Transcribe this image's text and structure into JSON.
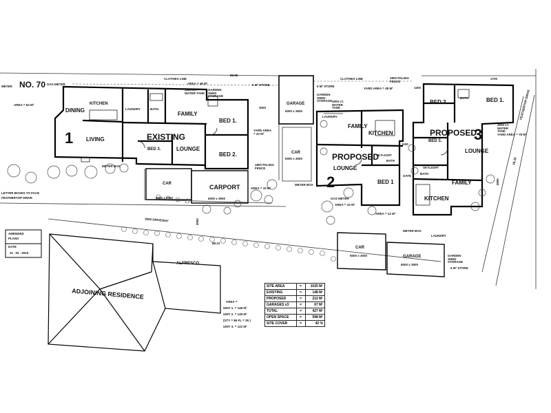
{
  "labels": {
    "no70": "NO. 70",
    "gas_meter_left": "GAS METER",
    "meter_left": "METER",
    "area_left": "AREA = 63 M²",
    "clothes_line_1": "CLOTHES LINE",
    "area_48_top": "AREA = 48 M²",
    "ss_top": "88.98",
    "tank_1": "3000 LT. WATER TANK",
    "garden_shed_1": "GARDEN SHED STORAGE",
    "store_1": "6 M² STORE",
    "dim_3000": "3000",
    "yard_area_33": "YARD AREA = 33 M²",
    "unit1_num": "1",
    "dining": "DINING",
    "kitchen_u1": "KITCHEN",
    "laundry_u1": "LAUNDRY",
    "bath_u1": "BATH",
    "family_u1": "FAMILY",
    "bed1_u1": "BED 1.",
    "existing": "EXISTING",
    "living": "LIVING",
    "bed3_u1": "BED 3.",
    "lounge_u1": "LOUNGE",
    "bed2_u1": "BED 2.",
    "meter_box_u1": "METER BOX",
    "fence_1": "1800 PALING FENCE",
    "garage_top": "GARAGE",
    "garage_top_dim": "6000 x 3500",
    "car_mid": "CAR",
    "car_mid_dim": "6000 x 3000",
    "yard_area_10": "AREA = 10 M²",
    "meter_box_mid": "METER BOX",
    "letter_boxes_1": "LETTER BOXES TO FACE",
    "letter_boxes_2": "FEATHERTOP DRIVE",
    "car_left": "CAR",
    "car_left_dim": "6000 x 2000",
    "carport": "CARPORT",
    "carport_dim": "6000 x 3500",
    "driveway": "3000 DRIVEWAY",
    "dim_3000b": "3000",
    "ss_mid": "88.12",
    "store_2": "6 M² STORE",
    "clothes_line_2": "CLOTHES LINE",
    "garden_shed_2": "GARDEN SHED STORAGE",
    "tank_2": "3000 LT. WATER TANK",
    "yard_area_48": "YARD AREA = 48 M²",
    "fence_2": "1800 PALING FENCE",
    "laundry_u2": "LAUNDRY",
    "family_u2": "FAMILY",
    "kitchen_u2": "KITCHEN",
    "proposed_u2": "PROPOSED",
    "lounge_u2": "LOUNGE",
    "skylight_u2": "SKYLIGHT",
    "bath_u2": "BATH",
    "unit2_num": "2",
    "bed1_u2": "BED 1",
    "gas_meter_u2": "GAS METER",
    "area_10_u2": "AREA = 10 M²",
    "area_12_u2": "AREA = 12 M²",
    "dim_1200": "1200",
    "dim_1700": "1700",
    "bed2_u3": "BED 2",
    "bath_u3": "BATH",
    "bed1_u3": "BED 1.",
    "tank_3": "3000 LT. WATER TANK",
    "yard_area_78": "YARD AREA = 78 M²",
    "proposed_u3": "PROPOSED",
    "unit3_num": "3",
    "bed3_u3": "BED 3.",
    "lounge_u3": "LOUNGE",
    "dim_1100": "1100",
    "skylight_u3": "SKYLIGHT",
    "bath_u3b": "BATH",
    "family_u3": "FAMILY",
    "gate": "GATE",
    "kitchen_u3": "KITCHEN",
    "laundry_u3": "LAUNDRY",
    "meter_box_u3": "METER BOX",
    "dim_2850": "2850",
    "road_label": "FEATHERTOP DRIVE",
    "road_dim": "18.30",
    "car_right": "CAR",
    "car_right_dim": "6000 x 3000",
    "garage_right": "GARAGE",
    "garage_right_dim": "6000 x 3500",
    "garden_shed_3": "GARDEN SHED STORAGE",
    "store_3": "6 M² STORE",
    "amended_1": "AMENDED",
    "amended_2": "PLANS",
    "date_label": "DATE",
    "date_value": "11 . 02 . 2015",
    "alfresco": "ALFRESCO",
    "adjoining": "ADJOINING RESIDENCE",
    "area_title": "AREA =",
    "area_unit1": "UNIT 1. = 148 M²",
    "area_unit2": "UNIT 2. = 145 M²",
    "area_unit2b": "(STY = 86 FL = 35 )",
    "area_unit3": "UNIT 3. = 122 M²"
  },
  "summary": [
    {
      "label": "SITE AREA",
      "value": "1025 M²"
    },
    {
      "label": "EXISTING",
      "value": "148 M²"
    },
    {
      "label": "PROPOSED",
      "value": "212 M²"
    },
    {
      "label": "GARAGES x3",
      "value": "67 M²"
    },
    {
      "label": "TOTAL",
      "value": "427 M²"
    },
    {
      "label": "OPEN SPACE",
      "value": "598 M²"
    },
    {
      "label": "SITE COVER",
      "value": "42 %"
    }
  ]
}
